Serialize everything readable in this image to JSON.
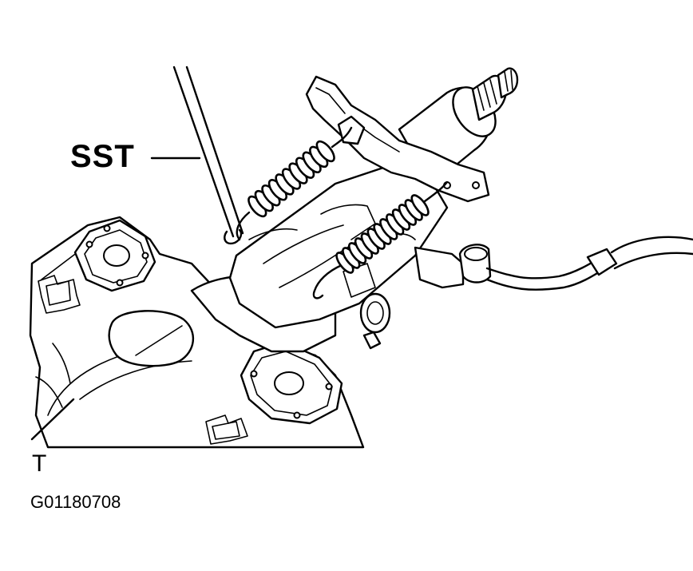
{
  "labels": {
    "tool": "SST",
    "part": "T",
    "figure_code": "G01180708"
  },
  "colors": {
    "ink": "#000000",
    "paper": "#ffffff"
  },
  "springs": {
    "upper_coils": 11,
    "lower_coils": 13
  }
}
